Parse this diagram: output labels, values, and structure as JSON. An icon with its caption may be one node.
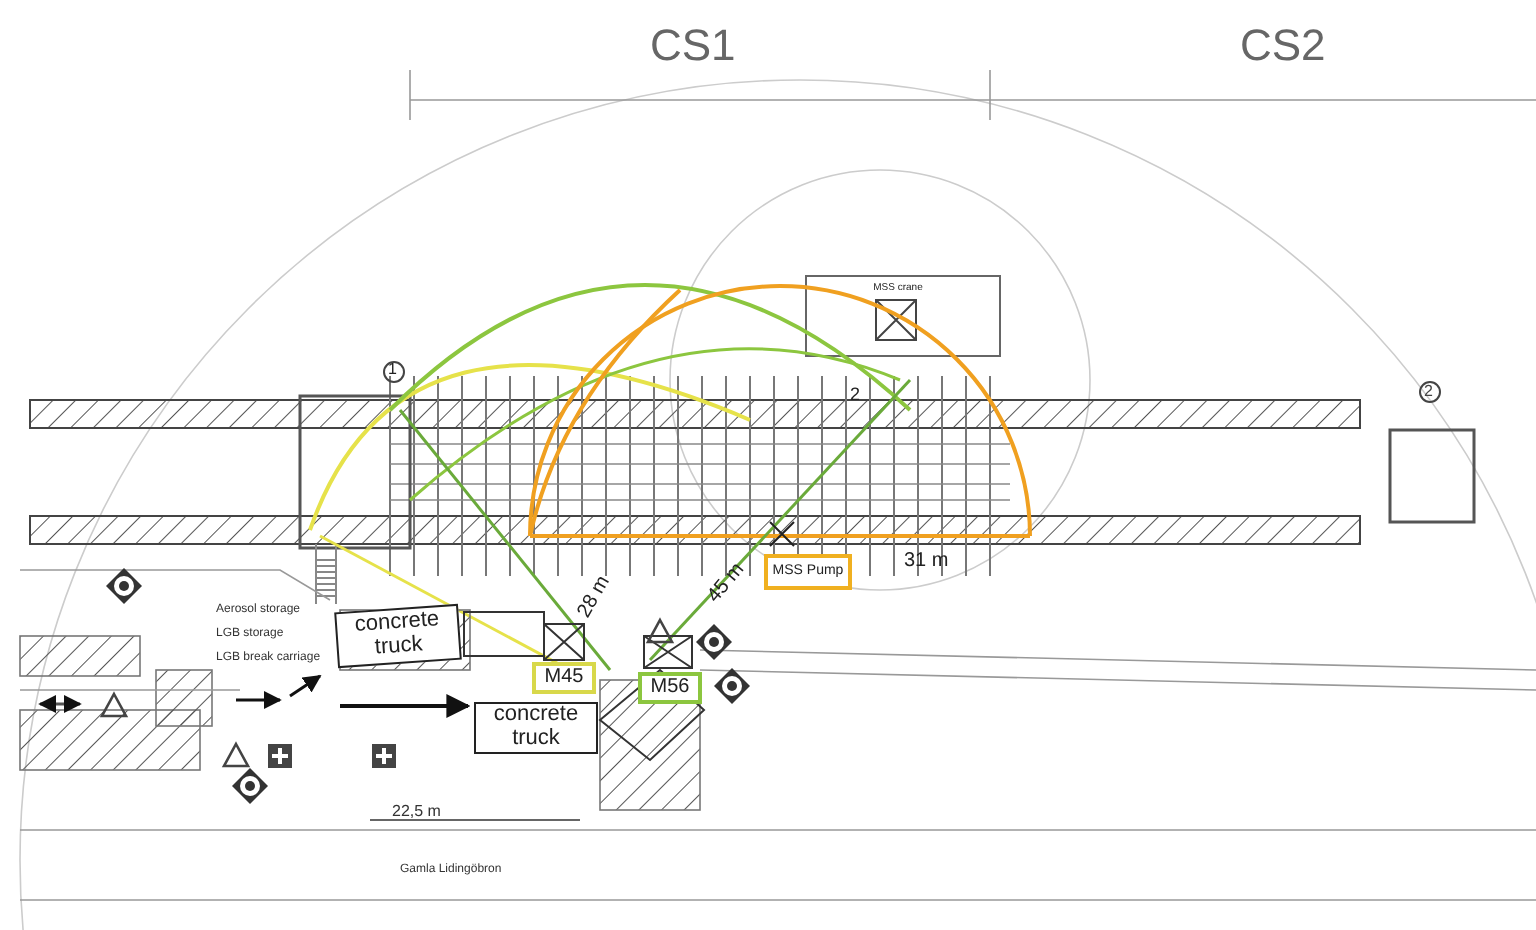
{
  "diagram": {
    "nodes": [
      {
        "text": [
          "concrete truck"
        ]
      },
      {
        "text": [
          "concrete truck"
        ]
      },
      {
        "text": [
          "M45"
        ]
      },
      {
        "text": [
          "M56"
        ]
      },
      {
        "text": [
          "MSS Pump"
        ]
      },
      {
        "text": [
          "MSS crane"
        ]
      }
    ],
    "labels": [
      "CS1",
      "CS2",
      "1",
      "2",
      "2",
      "28 m",
      "45 m",
      "31 m",
      "Aerosol storage",
      "LGB storage",
      "LGB break carriage",
      "22,5 m",
      "Gamla Lidingöbron"
    ]
  }
}
